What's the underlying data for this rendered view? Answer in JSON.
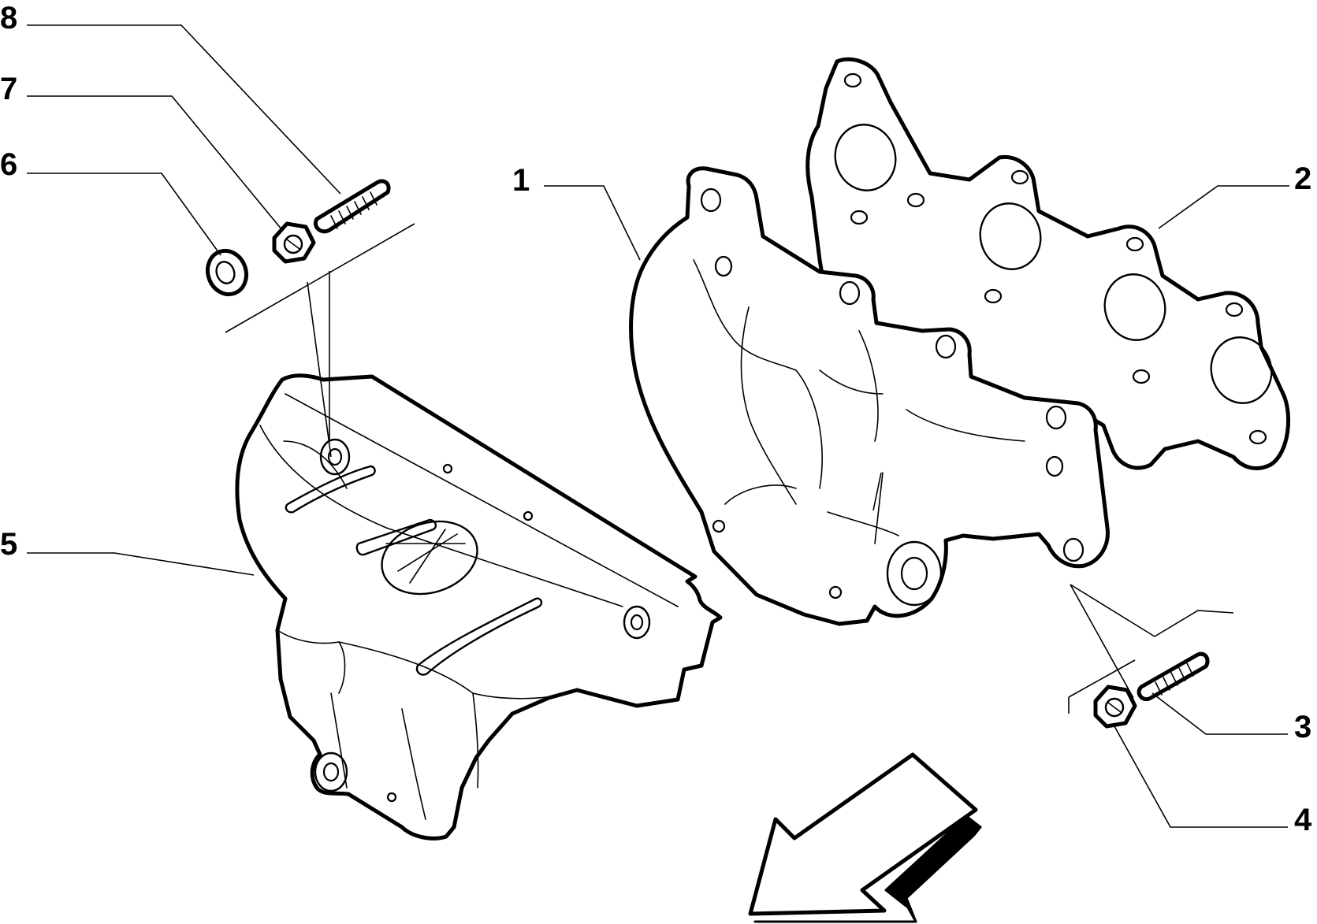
{
  "callouts": [
    {
      "id": "1",
      "label": "1"
    },
    {
      "id": "2",
      "label": "2"
    },
    {
      "id": "3",
      "label": "3"
    },
    {
      "id": "4",
      "label": "4"
    },
    {
      "id": "5",
      "label": "5"
    },
    {
      "id": "6",
      "label": "6"
    },
    {
      "id": "7",
      "label": "7"
    },
    {
      "id": "8",
      "label": "8"
    }
  ],
  "colors": {
    "ink": "#000000",
    "paper": "#ffffff"
  },
  "icons": {
    "direction": "direction-arrow-icon"
  }
}
